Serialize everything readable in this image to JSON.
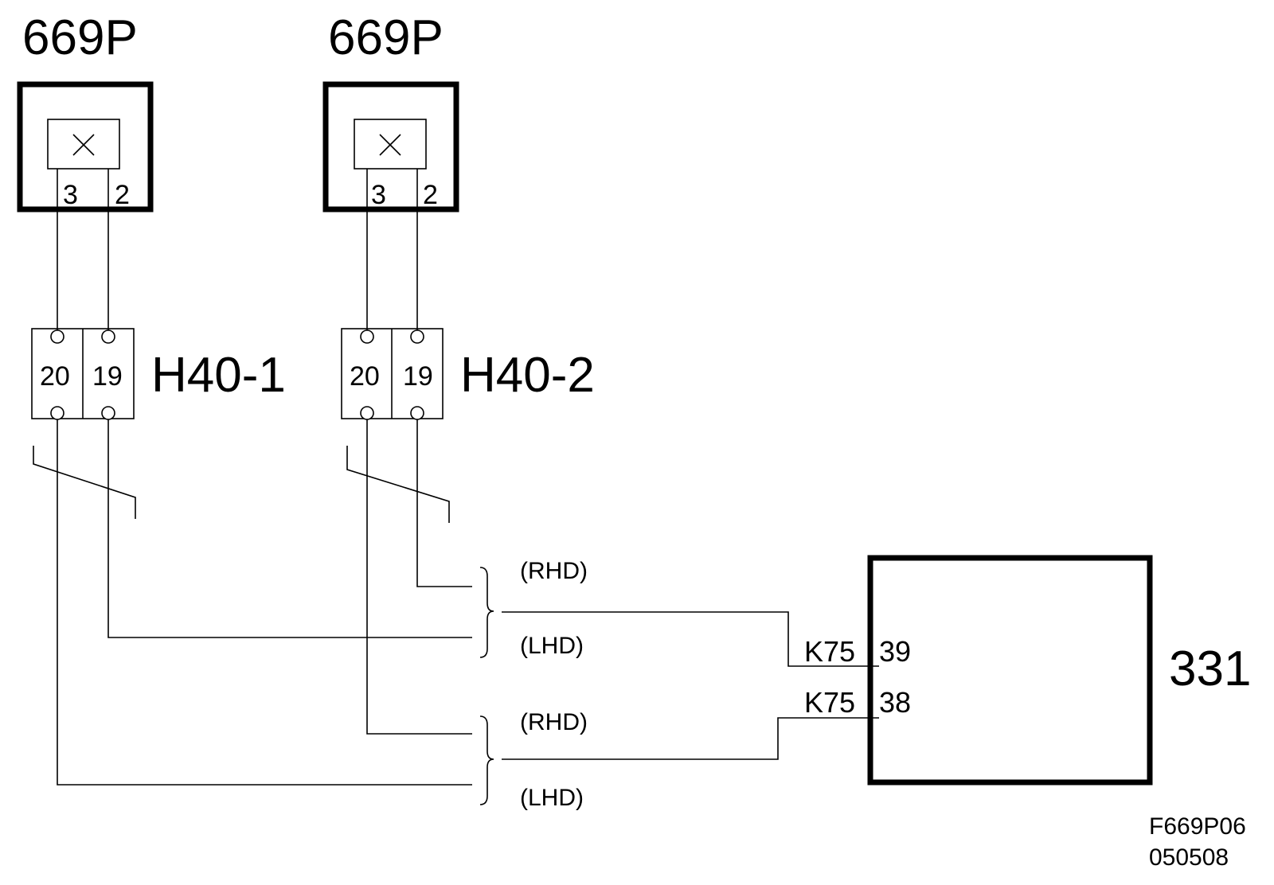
{
  "components": {
    "left_module": {
      "label": "669P",
      "pin_a": "3",
      "pin_b": "2"
    },
    "right_module": {
      "label": "669P",
      "pin_a": "3",
      "pin_b": "2"
    },
    "connector_1": {
      "label": "H40-1",
      "pin_a": "20",
      "pin_b": "19"
    },
    "connector_2": {
      "label": "H40-2",
      "pin_a": "20",
      "pin_b": "19"
    },
    "control_unit": {
      "label": "331",
      "pin_top": "39",
      "pin_bottom": "38"
    }
  },
  "wires": {
    "k75_top": "K75",
    "k75_bottom": "K75"
  },
  "variants": {
    "upper_rhd": "(RHD)",
    "upper_lhd": "(LHD)",
    "lower_rhd": "(RHD)",
    "lower_lhd": "(LHD)"
  },
  "footer": {
    "code": "F669P06",
    "date": "050508"
  }
}
